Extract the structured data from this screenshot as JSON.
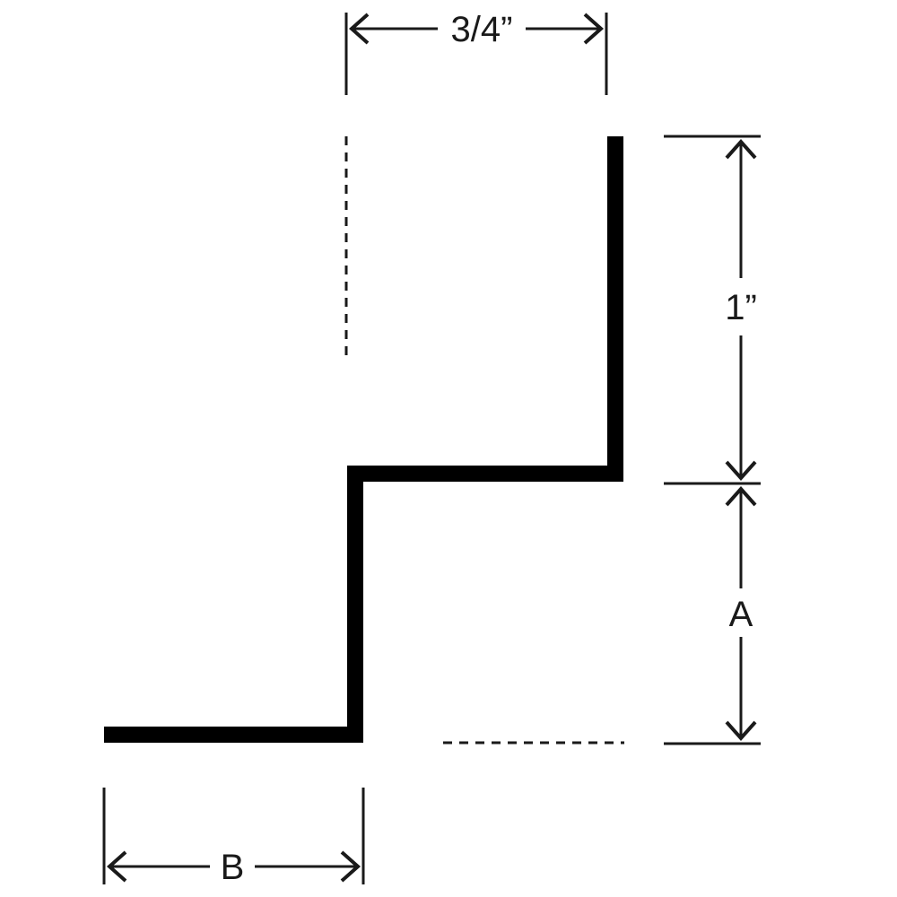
{
  "dimensions": {
    "top_width": "3/4”",
    "right_height": "1”",
    "right_lower": "A",
    "bottom_width": "B"
  },
  "colors": {
    "profile": "#000000",
    "dimension": "#1a1a1a",
    "background": "#ffffff"
  }
}
